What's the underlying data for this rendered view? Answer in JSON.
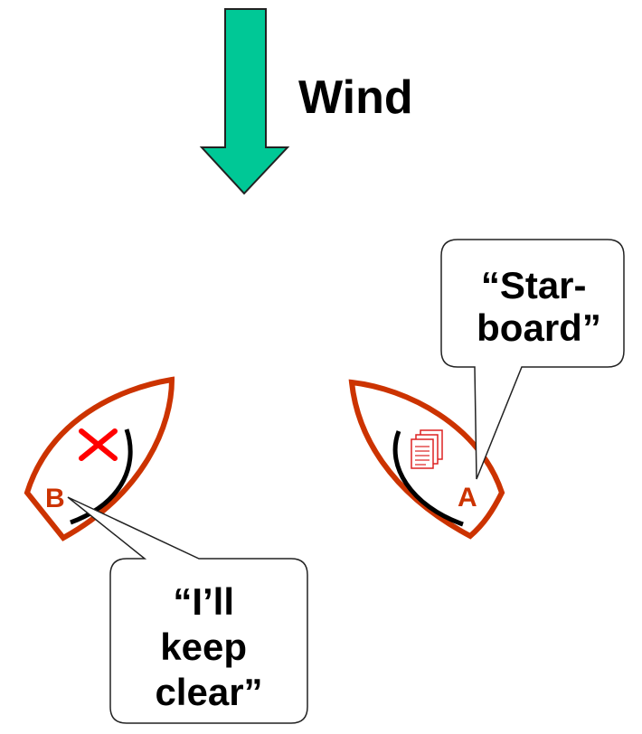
{
  "wind": {
    "label": "Wind",
    "arrow_color": "#00c896"
  },
  "boats": {
    "hull_color": "#cc3300",
    "sail_color": "#000000",
    "left": {
      "letter": "B",
      "marker_color": "#ff0000",
      "marker_icon": "x-mark-icon"
    },
    "right": {
      "letter": "A",
      "marker_icon": "document-stack-icon",
      "marker_color": "#dd2222"
    }
  },
  "callouts": {
    "starboard": {
      "line1": "“Star-",
      "line2": "board”"
    },
    "keep_clear": {
      "line1": "“I’ll",
      "line2": "keep",
      "line3": "clear”"
    }
  }
}
